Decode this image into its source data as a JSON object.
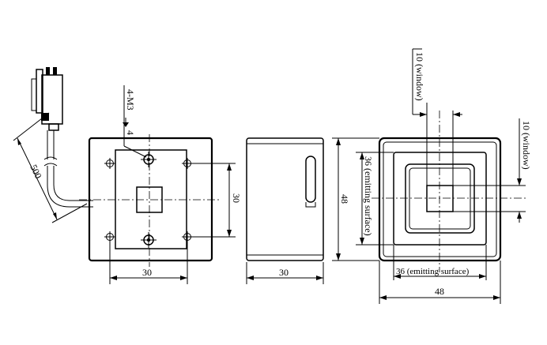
{
  "view1": {
    "dim_cable": "500",
    "dim_thread": "4-M3",
    "dim_depth": "4",
    "dim_height": "30",
    "dim_width": "30"
  },
  "view2": {
    "dim_width": "30"
  },
  "view3": {
    "dim_window_top": "10 (window)",
    "dim_window_right": "10 (window)",
    "dim_emit_vertical": "36 (emitting surface)",
    "dim_emit_horizontal": "36 (emitting surface)",
    "dim_outer_height": "48",
    "dim_outer_width": "48"
  }
}
